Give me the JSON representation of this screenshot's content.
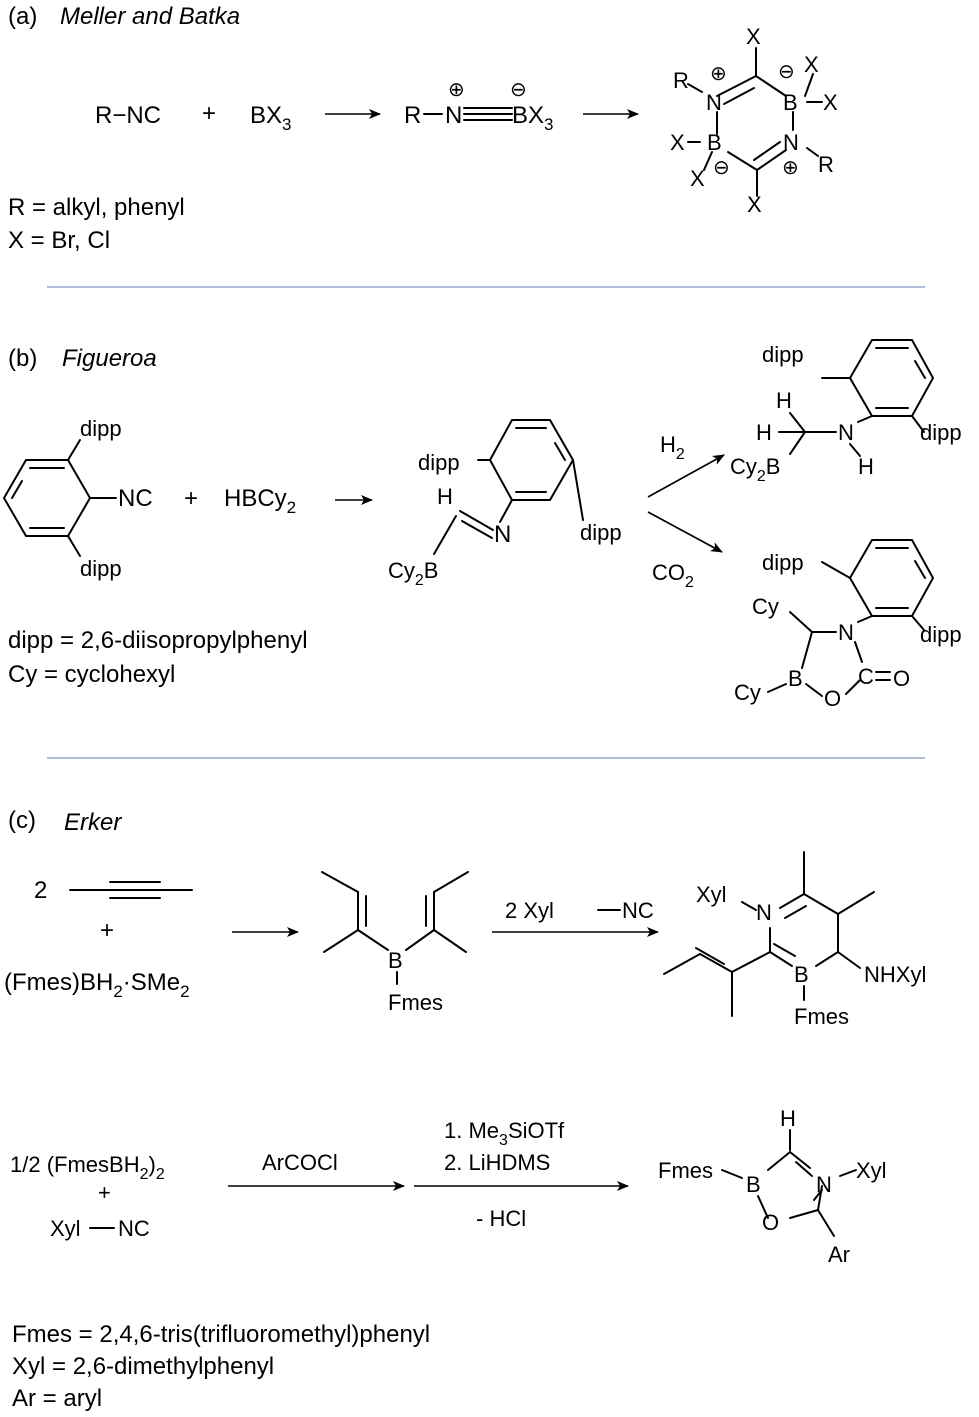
{
  "panel_a": {
    "label": "(a)",
    "author": "Meller and Batka",
    "r_dash_nc": "R−NC",
    "plus": "+",
    "bx": "BX",
    "bx_sub": "3",
    "adduct_r": "R",
    "adduct_n": "N",
    "adduct_bx": "BX",
    "adduct_bx_sub": "3",
    "charge_plus": "⊕",
    "charge_minus": "⊖",
    "ring_r": "R",
    "ring_n": "N",
    "ring_b": "B",
    "ring_x": "X",
    "def_r": "R = alkyl, phenyl",
    "def_x": "X = Br, Cl"
  },
  "panel_b": {
    "label": "(b)",
    "author": "Figueroa",
    "dipp": "dipp",
    "nc": "NC",
    "plus": "+",
    "hbcy": "HBCy",
    "hbcy_sub": "2",
    "h": "H",
    "n": "N",
    "cy2b": "Cy",
    "cy2b_sub": "2",
    "cy2b_b": "B",
    "h2": "H",
    "h2_sub": "2",
    "co2": "CO",
    "co2_sub": "2",
    "cy": "Cy",
    "b": "B",
    "o": "O",
    "c": "C",
    "eq_o": "O",
    "def_dipp": "dipp = 2,6-diisopropylphenyl",
    "def_cy": "Cy = cyclohexyl"
  },
  "panel_c": {
    "label": "(c)",
    "author": "Erker",
    "two": "2",
    "plus": "+",
    "fmesbh2": "(Fmes)BH",
    "fmesbh2_sub": "2",
    "sme2": "·SMe",
    "sme2_sub": "2",
    "b": "B",
    "fmes": "Fmes",
    "reagent_2xylnc": "2 Xyl",
    "nc": "NC",
    "xyl": "Xyl",
    "n": "N",
    "nhxyl": "NHXyl",
    "half": "1/2 (FmesBH",
    "half_sub": "2",
    "half_close": ")",
    "half_sub2": "2",
    "xyl_nc": "Xyl",
    "arcocl": "ArCOCl",
    "step1_pre": "1. Me",
    "step1_sub": "3",
    "step1_post": "SiOTf",
    "step2": "2. LiHDMS",
    "minus_hcl": "- HCl",
    "h": "H",
    "o": "O",
    "ar": "Ar",
    "def_fmes": "Fmes = 2,4,6-tris(trifluoromethyl)phenyl",
    "def_xyl": "Xyl = 2,6-dimethylphenyl",
    "def_ar": "Ar = aryl"
  }
}
